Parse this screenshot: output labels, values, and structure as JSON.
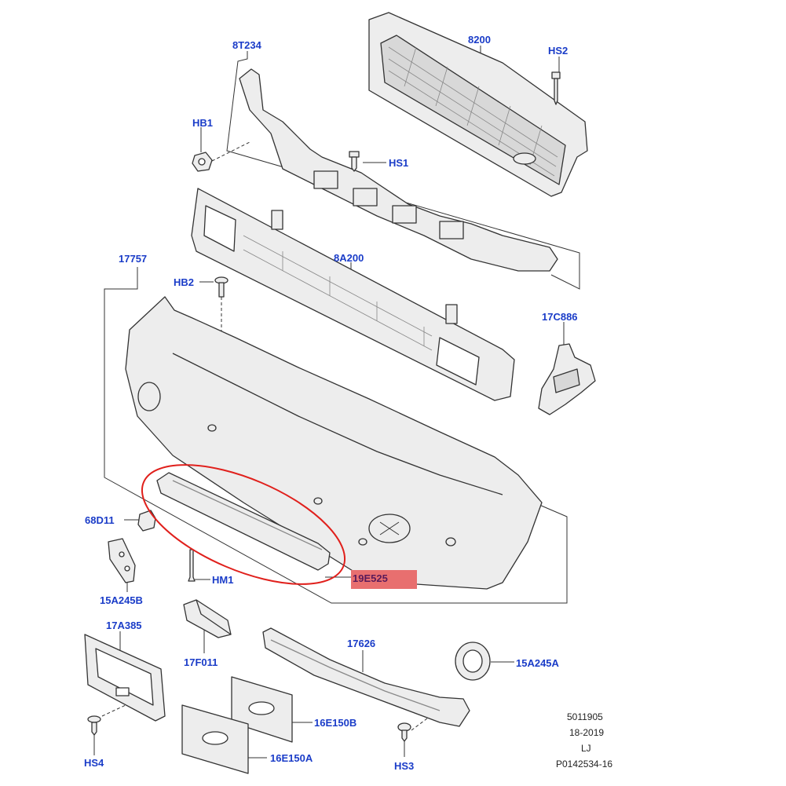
{
  "labels": {
    "p8T234": "8T234",
    "p8200": "8200",
    "pHS2": "HS2",
    "pHB1": "HB1",
    "pHS1": "HS1",
    "p17757": "17757",
    "p8A200": "8A200",
    "pHB2": "HB2",
    "p17C886": "17C886",
    "p68D11": "68D11",
    "pHM1": "HM1",
    "p19E525": "19E525",
    "p15A245B": "15A245B",
    "p17A385": "17A385",
    "p17F011": "17F011",
    "p17626": "17626",
    "p15A245A": "15A245A",
    "p16E150B": "16E150B",
    "p16E150A": "16E150A",
    "pHS4": "HS4",
    "pHS3": "HS3"
  },
  "reference": {
    "line1": "5011905",
    "line2": "18-2019",
    "line3": "LJ",
    "line4": "P0142534-16"
  },
  "colors": {
    "label": "#1a3cc8",
    "highlight_ellipse": "#e0201c",
    "highlight_box": "#e86f6f",
    "line": "#333333",
    "part_fill": "#ededed"
  }
}
